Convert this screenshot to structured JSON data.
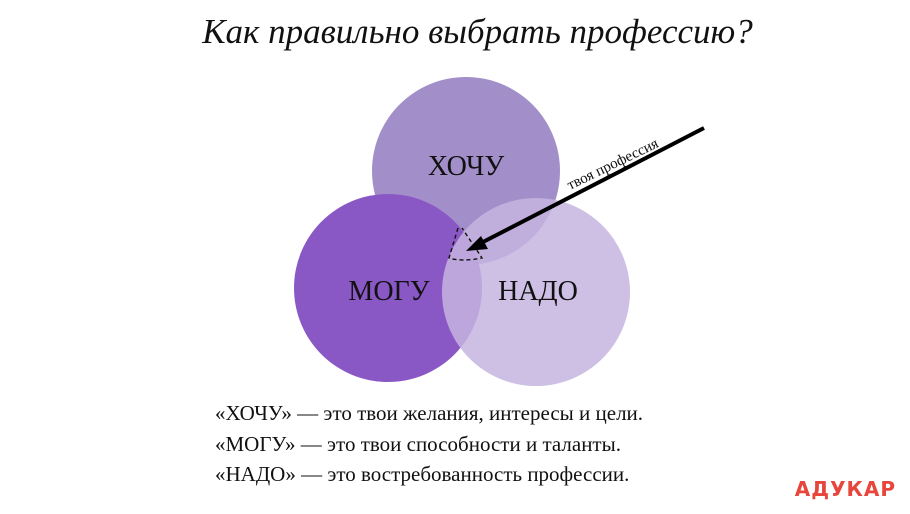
{
  "title": "Как правильно выбрать профессию?",
  "circles": {
    "want": {
      "label": "ХОЧУ",
      "color": "#9a86c4"
    },
    "can": {
      "label": "МОГУ",
      "color": "#8a58c4"
    },
    "need": {
      "label": "НАДО",
      "color": "#c5b4e0"
    }
  },
  "arrow_label": "твоя профессия",
  "legend": [
    "«ХОЧУ» — это твои желания, интересы и цели.",
    "«МОГУ» — это твои способности и таланты.",
    "«НАДО» — это востребованность профессии."
  ],
  "brand": {
    "text": "АДУКАР",
    "color": "#e8453c"
  }
}
